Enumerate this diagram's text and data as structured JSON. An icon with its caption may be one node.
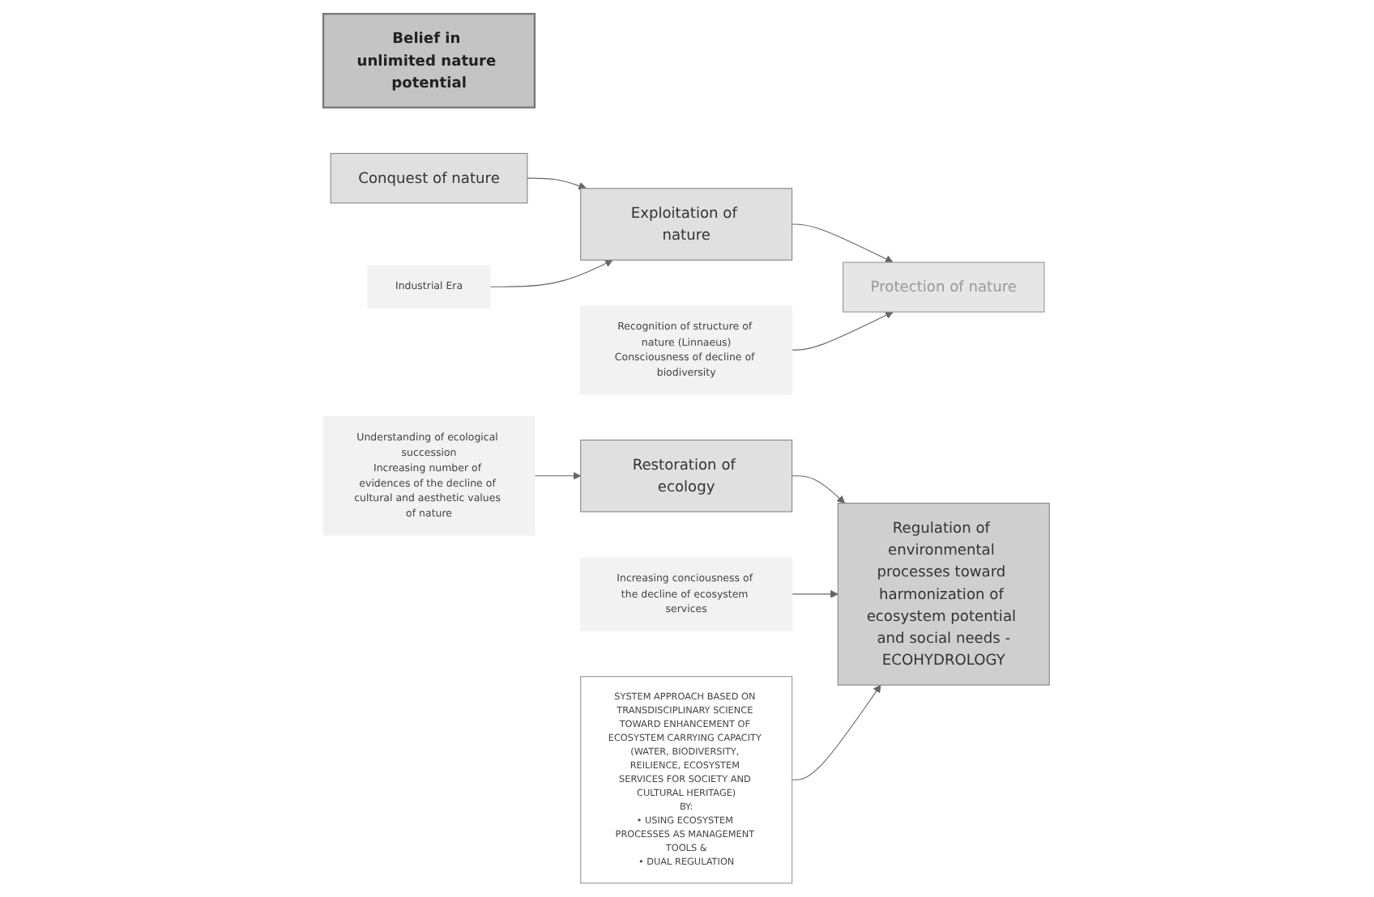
{
  "diagram": {
    "nodes": [
      {
        "text": [
          "Belief in unlimited nature potential"
        ]
      },
      {
        "text": [
          "Conquest of nature"
        ]
      },
      {
        "text": [
          "Exploitation of nature"
        ]
      },
      {
        "text": [
          "Protection of nature"
        ]
      },
      {
        "text": [
          "Restoration of ecology"
        ]
      },
      {
        "text": [
          "Regulation of environmental processes toward harmonization of ecosystem potential and social needs -",
          "ECOHYDROLOGY"
        ]
      },
      {
        "text": [
          "Recognition of structure of nature (Linnaeus)",
          "Consciousness of decline of biodiversity"
        ]
      },
      {
        "text": [
          "Increasing conciousness of the decline of ecosystem services"
        ]
      },
      {
        "text": [
          "Industrial Era"
        ]
      },
      {
        "text": [
          "Understanding of ecological succession",
          "Increasing number of evidences of the decline of cultural and aesthetic values of nature"
        ]
      },
      {
        "text": [
          "SYSTEM APPROACH BASED ON TRANSDISCIPLINARY SCIENCE TOWARD ENHANCEMENT OF ECOSYSTEM CARRYING CAPACITY (WATER, BIODIVERSITY, REILIENCE, ECOSYSTEM SERVICES FOR SOCIETY AND CULTURAL HERITAGE)",
          "BY:",
          "• USING ECOSYSTEM PROCESSES AS MANAGEMENT TOOLS &",
          "• DUAL REGULATION"
        ]
      }
    ],
    "edges": [
      {
        "from": 1,
        "to": 2,
        "arrow": "to"
      },
      {
        "from": 2,
        "to": 3,
        "arrow": "to"
      },
      {
        "from": 4,
        "to": 5,
        "arrow": "to"
      },
      {
        "from": 6,
        "to": 3,
        "arrow": "to"
      },
      {
        "from": 7,
        "to": 5,
        "arrow": "to"
      },
      {
        "from": 8,
        "to": 2,
        "arrow": "to"
      },
      {
        "from": 9,
        "to": 4,
        "arrow": "to"
      },
      {
        "from": 10,
        "to": 5,
        "arrow": "to"
      }
    ]
  }
}
